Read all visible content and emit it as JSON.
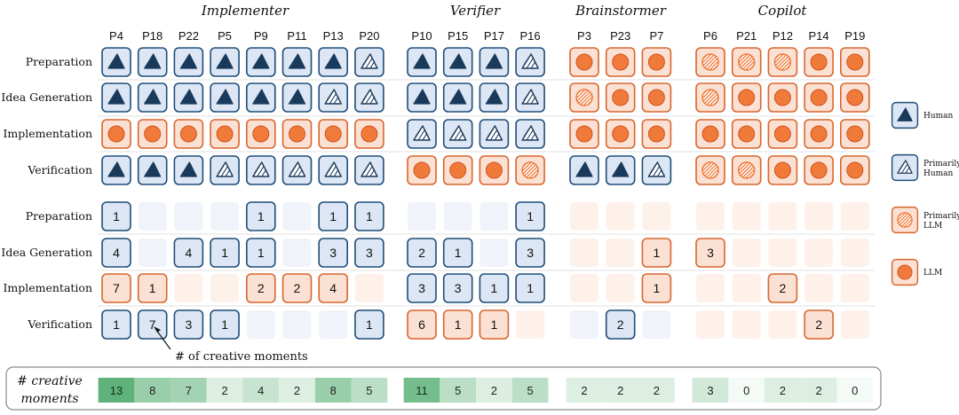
{
  "groups": [
    {
      "name": "Implementer",
      "participants": [
        "P4",
        "P18",
        "P22",
        "P5",
        "P9",
        "P11",
        "P13",
        "P20"
      ]
    },
    {
      "name": "Verifier",
      "participants": [
        "P10",
        "P15",
        "P17",
        "P16"
      ]
    },
    {
      "name": "Brainstormer",
      "participants": [
        "P3",
        "P23",
        "P7"
      ]
    },
    {
      "name": "Copilot",
      "participants": [
        "P6",
        "P21",
        "P12",
        "P14",
        "P19"
      ]
    }
  ],
  "stages": [
    "Preparation",
    "Idea Generation",
    "Implementation",
    "Verification"
  ],
  "legend": [
    {
      "key": "H",
      "label": "Human"
    },
    {
      "key": "PH",
      "label": "Primarily Human"
    },
    {
      "key": "PL",
      "label": "Primarily LLM"
    },
    {
      "key": "L",
      "label": "LLM"
    }
  ],
  "colors": {
    "human_fill": "#dce6f4",
    "human_stroke": "#1f4e79",
    "human_dark": "#1a3a5c",
    "llm_fill": "#fbe1d3",
    "llm_stroke": "#d9662e",
    "llm_dot": "#f07a3a",
    "human_faint": "#f0f4fa",
    "llm_faint": "#fdf1ea"
  },
  "role_matrix": [
    [
      "H",
      "H",
      "H",
      "H",
      "H",
      "H",
      "H",
      "PH",
      "H",
      "H",
      "H",
      "PH",
      "L",
      "L",
      "L",
      "PL",
      "PL",
      "PL",
      "L",
      "L"
    ],
    [
      "H",
      "H",
      "H",
      "H",
      "H",
      "H",
      "PH",
      "PH",
      "H",
      "H",
      "H",
      "PH",
      "PL",
      "L",
      "L",
      "PL",
      "L",
      "L",
      "L",
      "L"
    ],
    [
      "L",
      "L",
      "L",
      "L",
      "L",
      "L",
      "L",
      "L",
      "PH",
      "PH",
      "PH",
      "PH",
      "L",
      "L",
      "L",
      "L",
      "L",
      "L",
      "L",
      "L"
    ],
    [
      "H",
      "H",
      "H",
      "PH",
      "PH",
      "PH",
      "PH",
      "PH",
      "L",
      "L",
      "L",
      "PL",
      "H",
      "H",
      "PH",
      "PL",
      "PL",
      "L",
      "L",
      "L"
    ]
  ],
  "moment_counts": [
    [
      "1",
      "",
      "",
      "",
      "1",
      "",
      "1",
      "1",
      "",
      "",
      "",
      "1",
      "",
      "",
      "",
      "",
      "",
      "",
      "",
      ""
    ],
    [
      "4",
      "",
      "4",
      "1",
      "1",
      "",
      "3",
      "3",
      "2",
      "1",
      "",
      "3",
      "",
      "",
      "1",
      "3",
      "",
      "",
      "",
      ""
    ],
    [
      "7",
      "1",
      "",
      "",
      "2",
      "2",
      "4",
      "",
      "3",
      "3",
      "1",
      "1",
      "",
      "",
      "1",
      "",
      "",
      "2",
      "",
      ""
    ],
    [
      "1",
      "7",
      "3",
      "1",
      "",
      "",
      "",
      "1",
      "6",
      "1",
      "1",
      "",
      "",
      "2",
      "",
      "",
      "",
      "",
      "2",
      ""
    ]
  ],
  "annotation": "# of creative moments",
  "creative_summary": {
    "title_line1": "# creative",
    "title_line2": "moments",
    "values": [
      13,
      8,
      7,
      2,
      4,
      2,
      8,
      5,
      11,
      5,
      2,
      5,
      2,
      2,
      2,
      3,
      0,
      2,
      2,
      0
    ]
  }
}
